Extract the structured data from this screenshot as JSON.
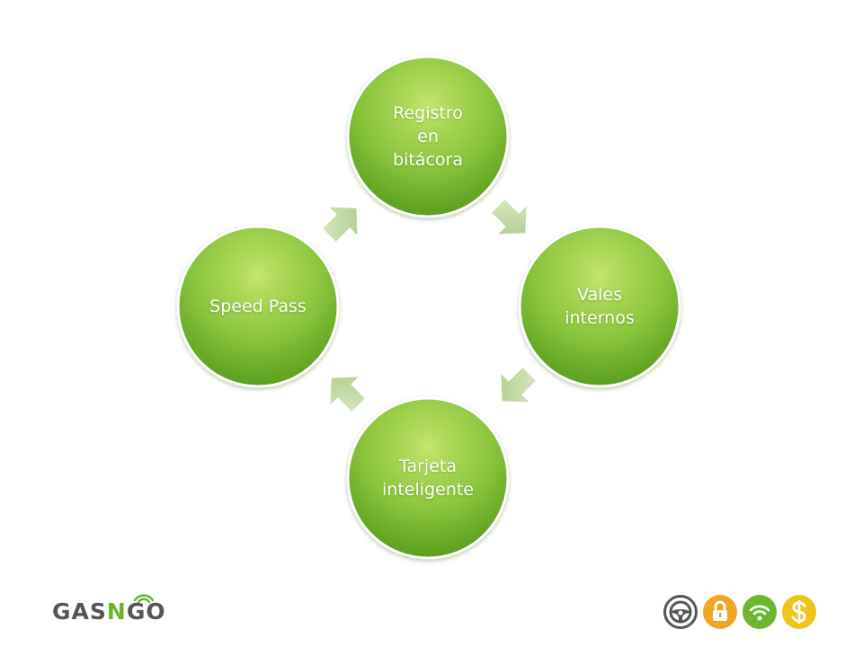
{
  "diagram": {
    "nodes": [
      {
        "id": "registro",
        "label": "Registro\nen\nbitácora"
      },
      {
        "id": "vales",
        "label": "Vales\ninternos"
      },
      {
        "id": "tarjeta",
        "label": "Tarjeta\ninteligente"
      },
      {
        "id": "speed",
        "label": "Speed Pass"
      }
    ],
    "flow": "clockwise"
  },
  "brand": {
    "logo_prefix": "GAS",
    "logo_n": "N",
    "logo_suffix": "GO"
  },
  "badges": [
    {
      "name": "steering-wheel-icon",
      "color": "#555555"
    },
    {
      "name": "lock-icon",
      "color": "#f2a427"
    },
    {
      "name": "wifi-icon",
      "color": "#6cb630"
    },
    {
      "name": "dollar-icon",
      "color": "#f2c417"
    }
  ],
  "colors": {
    "node_light": "#b6dc5a",
    "node_dark": "#5aa21f",
    "arrow": "#c3d9a3"
  }
}
